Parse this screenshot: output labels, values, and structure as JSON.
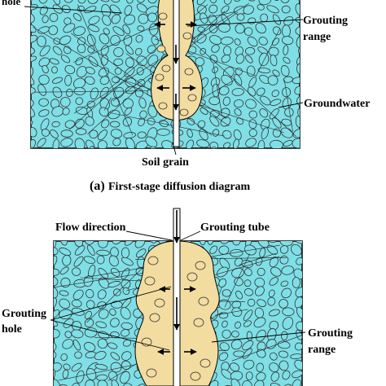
{
  "colors": {
    "water": "#7fdfe6",
    "grout": "#f2dca0",
    "grain_stroke": "#333333",
    "frame": "#000000"
  },
  "panel_a": {
    "top_left_label": "hole",
    "grouting_range_line1": "Grouting",
    "grouting_range_line2": "range",
    "groundwater": "Groundwater",
    "soil_grain": "Soil grain",
    "caption_letter": "(a)",
    "caption_text": "First-stage diffusion diagram"
  },
  "panel_b": {
    "flow_direction": "Flow direction",
    "grouting_tube": "Grouting tube",
    "grouting_hole_line1": "Grouting",
    "grouting_hole_line2": "hole",
    "grouting_range_line1": "Grouting",
    "grouting_range_line2": "range"
  }
}
